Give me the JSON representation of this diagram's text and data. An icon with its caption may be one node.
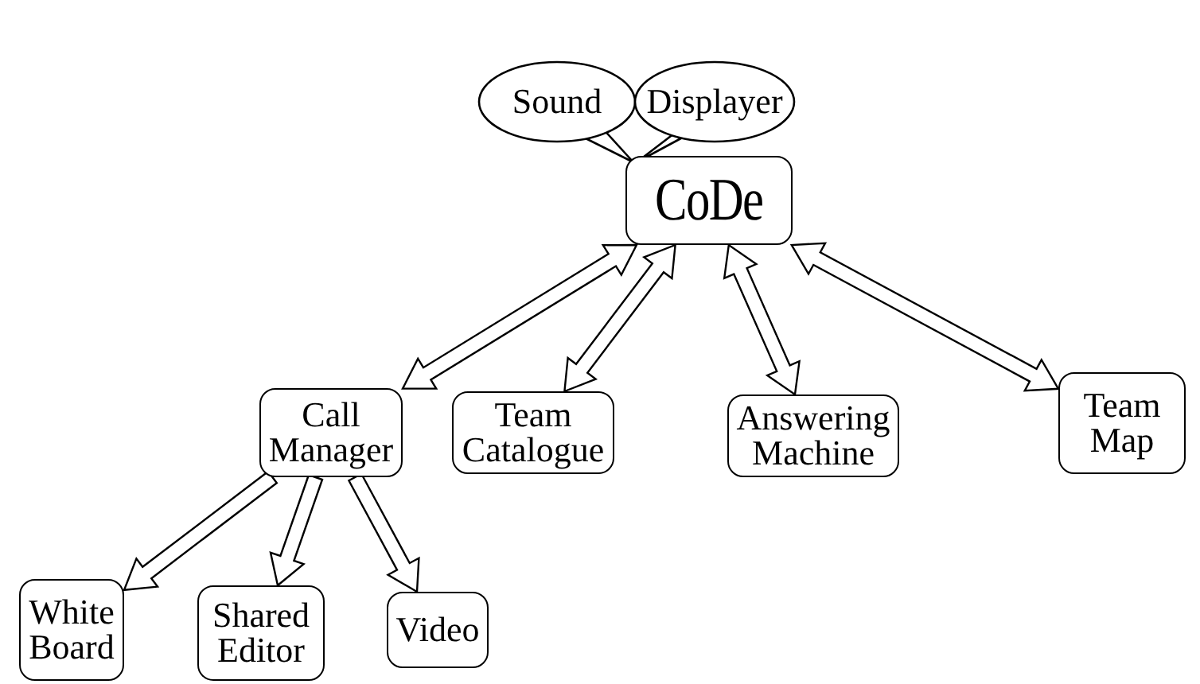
{
  "diagram": {
    "nodes": [
      {
        "text": [
          "Sound"
        ]
      },
      {
        "text": [
          "Displayer"
        ]
      },
      {
        "text": [
          "CoDe"
        ]
      },
      {
        "text": [
          "Call Manager"
        ]
      },
      {
        "text": [
          "Team Catalogue"
        ]
      },
      {
        "text": [
          "Answering Machine"
        ]
      },
      {
        "text": [
          "Team Map"
        ]
      },
      {
        "text": [
          "White Board"
        ]
      },
      {
        "text": [
          "Shared Editor"
        ]
      },
      {
        "text": [
          "Video"
        ]
      }
    ],
    "edges": [
      {
        "from": 2,
        "to": 3,
        "arrow": "both"
      },
      {
        "from": 2,
        "to": 4,
        "arrow": "both"
      },
      {
        "from": 2,
        "to": 5,
        "arrow": "both"
      },
      {
        "from": 2,
        "to": 6,
        "arrow": "both"
      },
      {
        "from": 3,
        "to": 7,
        "arrow": "to"
      },
      {
        "from": 3,
        "to": 8,
        "arrow": "to"
      },
      {
        "from": 3,
        "to": 9,
        "arrow": "to"
      }
    ]
  }
}
